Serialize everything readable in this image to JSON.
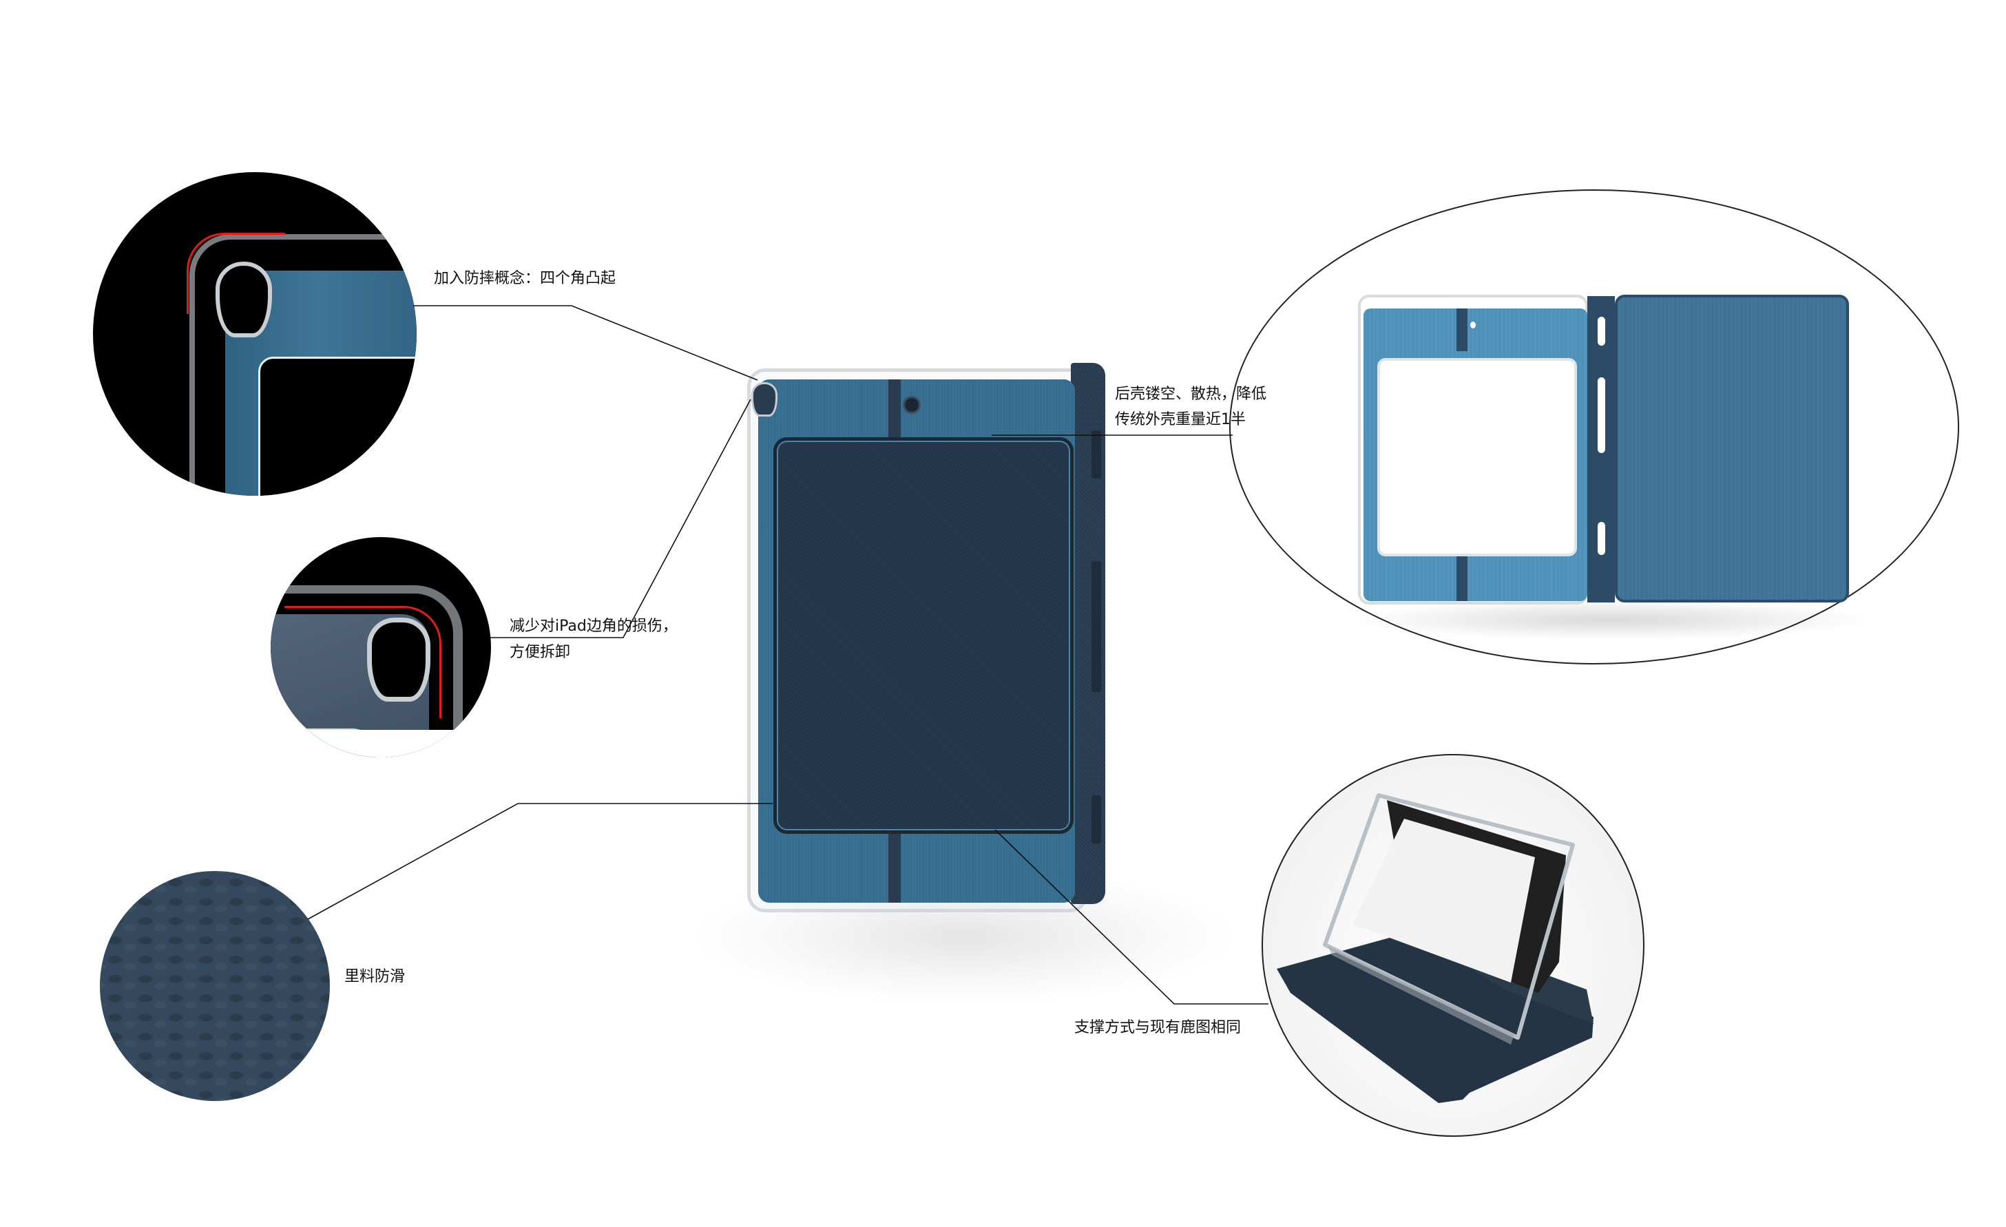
{
  "annotations": {
    "corner_bumpers": {
      "text": "加入防摔概念：四个角凸起"
    },
    "edge_protection": {
      "line1": "减少对iPad边角的损伤，",
      "line2": "方便拆卸"
    },
    "anti_slip_lining": {
      "text": "里料防滑"
    },
    "hollow_back": {
      "line1": "后壳镂空、散热，降低",
      "line2": "传统外壳重量近1半"
    },
    "stand_method": {
      "text": "支撑方式与现有鹿图相同"
    }
  },
  "colors": {
    "case_blue": "#3a7294",
    "case_dark_navy": "#26394d",
    "lining_navy": "#34495e",
    "highlight_red": "#e21b1b",
    "detail_background": "#000000",
    "leader_line": "#111111"
  },
  "views": [
    {
      "id": "corner-detail-top",
      "shape": "circle",
      "background": "black"
    },
    {
      "id": "corner-detail-closeup",
      "shape": "circle",
      "background": "black"
    },
    {
      "id": "lining-texture",
      "shape": "circle",
      "background": "navy"
    },
    {
      "id": "case-back-main",
      "shape": "render"
    },
    {
      "id": "case-opened-flat",
      "shape": "ellipse-outline"
    },
    {
      "id": "case-stand-mode",
      "shape": "circle-outline"
    }
  ]
}
